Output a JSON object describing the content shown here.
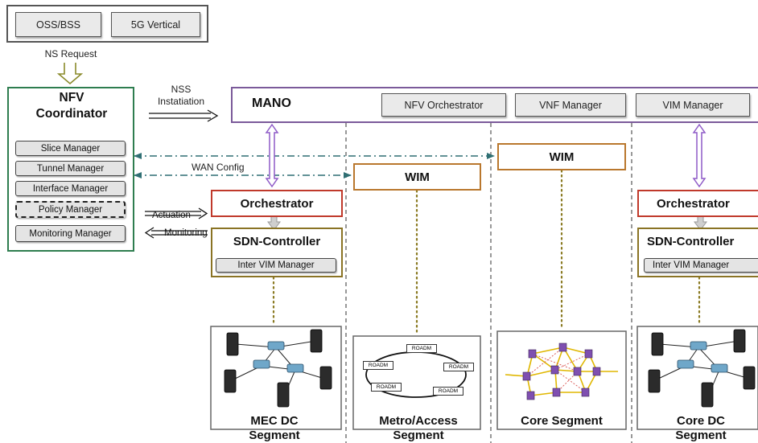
{
  "top": {
    "oss_bss": "OSS/BSS",
    "vertical": "5G Vertical",
    "ns_request": "NS Request"
  },
  "coordinator": {
    "title": "NFV Coordinator",
    "items": [
      "Slice Manager",
      "Tunnel Manager",
      "Interface Manager",
      "Policy Manager",
      "Monitoring Manager"
    ]
  },
  "labels": {
    "nss": "NSS Instatiation",
    "wan_config": "WAN Config",
    "actuation": "Actuation",
    "monitoring": "Monitoring"
  },
  "mano": {
    "title": "MANO",
    "nfv_orchestrator": "NFV Orchestrator",
    "vnf_manager": "VNF Manager",
    "vim_manager": "VIM Manager"
  },
  "domains": {
    "mec": {
      "orchestrator": "Orchestrator",
      "sdn": "SDN-Controller",
      "inter_vim": "Inter VIM Manager",
      "segment": "MEC DC Segment"
    },
    "metro": {
      "wim": "WIM",
      "roadm": "ROADM",
      "segment": "Metro/Access Segment"
    },
    "core": {
      "wim": "WIM",
      "segment": "Core Segment"
    },
    "coredc": {
      "orchestrator": "Orchestrator",
      "sdn": "SDN-Controller",
      "inter_vim": "Inter VIM Manager",
      "segment": "Core DC Segment"
    }
  },
  "colors": {
    "coordinator_border": "#2e7d4f",
    "mano_border": "#7b5a9a",
    "orchestrator_border": "#c0392b",
    "wim_border": "#b9772d",
    "sdn_border": "#8a7324",
    "dashed_line": "#2f6f73"
  }
}
